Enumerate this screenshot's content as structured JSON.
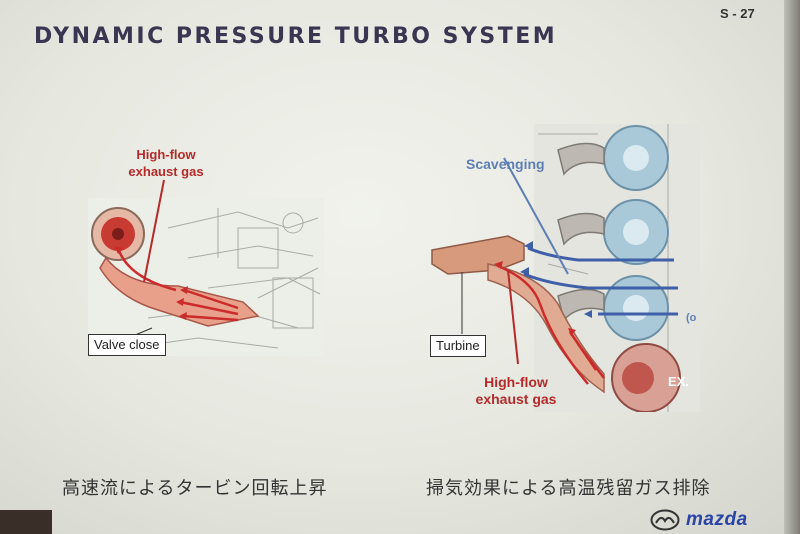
{
  "page_number": "S - 27",
  "title": "DYNAMIC PRESSURE TURBO SYSTEM",
  "left_diagram": {
    "label_top": "High-flow\nexhaust gas",
    "label_box": "Valve close"
  },
  "right_diagram": {
    "label_scavenging": "Scavenging",
    "label_turbine": "Turbine",
    "label_bottom": "High-flow\nexhaust gas",
    "label_ex": "EX.",
    "label_cut": "(o"
  },
  "captions": {
    "left": "高速流によるタービン回転上昇",
    "right": "掃気効果による高温残留ガス排除"
  },
  "logo": {
    "text": "mazda",
    "icon": "mazda-wing-icon"
  },
  "colors": {
    "red": "#b62a2a",
    "blue": "#5d7fb3",
    "brand": "#2b44a8"
  }
}
